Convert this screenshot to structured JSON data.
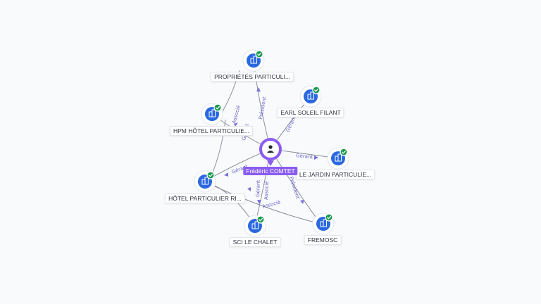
{
  "center": {
    "label": "Frédéric COMTET",
    "icon": "person-icon",
    "color": "#8a5cf0"
  },
  "companies": [
    {
      "id": "proprietes",
      "label": "PROPRIÉTÉS PARTICULI..."
    },
    {
      "id": "earl",
      "label": "EARL SOLEIL FILANT"
    },
    {
      "id": "hpm",
      "label": "HPM HÔTEL PARTICULIE..."
    },
    {
      "id": "jardin",
      "label": "LE JARDIN PARTICULIE..."
    },
    {
      "id": "hotel",
      "label": "HÔTEL PARTICULIER RI..."
    },
    {
      "id": "chalet",
      "label": "SCI LE CHALET"
    },
    {
      "id": "fremosc",
      "label": "FREMOSC"
    }
  ],
  "edge_labels": {
    "president_proprietes": "Président",
    "gerant_earl": "Gérant",
    "gerant_hpm": "Gérant",
    "associe_hpm": "Associé",
    "gerant_jardin": "Gérant",
    "gerant_hotel": "Gérant",
    "gerant_chalet": "Gérant",
    "associe_chalet": "Associé",
    "president_fremosc": "Président",
    "associe_fremosc": "Associé"
  },
  "colors": {
    "company_node": "#2a68e0",
    "verified_badge": "#1a9a4e",
    "edge": "#8a8f9a",
    "edge_label": "#6b63c8"
  },
  "icons": {
    "company": "building-icon",
    "verified": "check-badge-icon"
  }
}
